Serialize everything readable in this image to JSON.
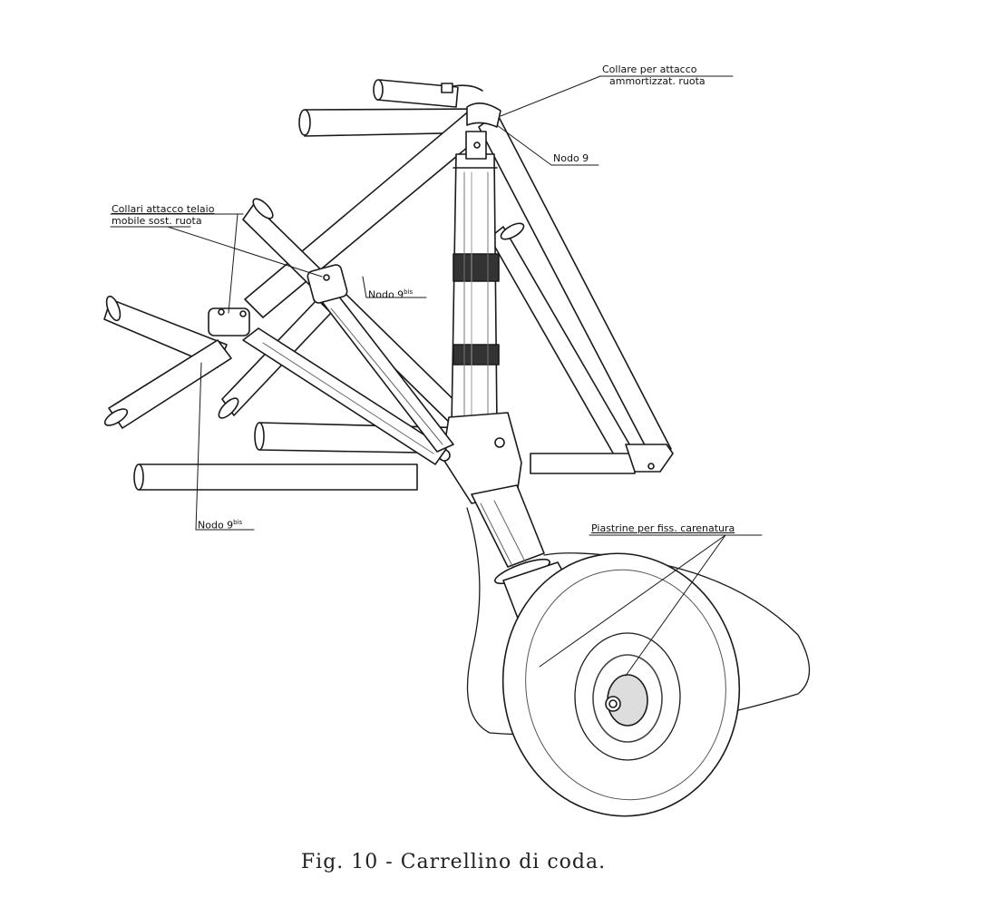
{
  "labels": {
    "collare_line1": "Collare per attacco",
    "collare_line2": "ammortizzat. ruota",
    "nodo9": "Nodo 9",
    "collari_line1": "Collari attacco telaio",
    "collari_line2": "mobile sost. ruota",
    "nodo9bis_upper": "Nodo 9",
    "nodo9bis_upper_sup": "bis",
    "nodo9bis_lower": "Nodo 9",
    "nodo9bis_lower_sup": "bis",
    "piastrine": "Piastrine per fiss. carenatura"
  },
  "caption": "Fig. 10 - Carrellino di coda.",
  "colors": {
    "ink": "#1a1a1a",
    "paper": "#ffffff",
    "shade": "#555555"
  }
}
